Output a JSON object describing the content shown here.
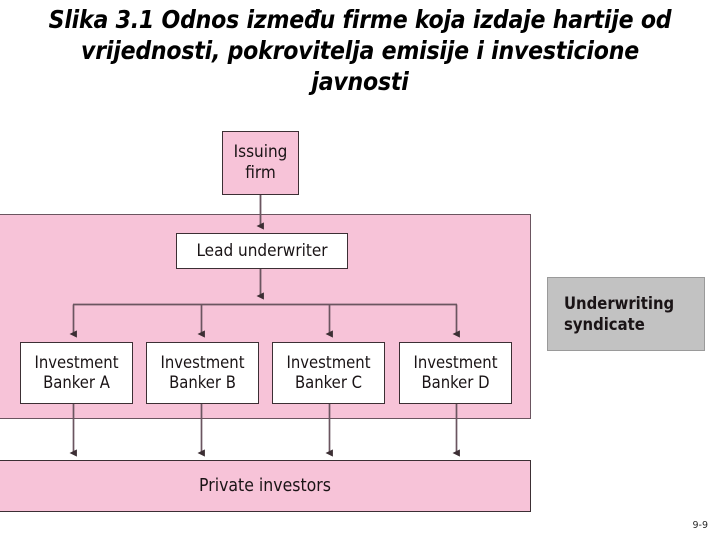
{
  "slide": {
    "title": "Slika 3.1 Odnos između firme koja izdaje hartije od\nvrijednosti, pokrovitelja emisije i investicione\njavnosti",
    "page_number": "9-9"
  },
  "colors": {
    "pink_fill": "#f7c3d8",
    "white_fill": "#ffffff",
    "gray_fill": "#c2c2c2",
    "border_dark": "#3c2f34",
    "panel_border": "#6b5560",
    "arrow": "#5a4a50",
    "text": "#1a1416"
  },
  "diagram": {
    "type": "flowchart",
    "nodes": [
      {
        "id": "issuing-firm",
        "label": "Issuing\nfirm",
        "fill": "pink",
        "shape": "rect"
      },
      {
        "id": "lead-underwriter",
        "label": "Lead underwriter",
        "fill": "white",
        "shape": "rect"
      },
      {
        "id": "banker-a",
        "label": "Investment\nBanker A",
        "fill": "white",
        "shape": "rect"
      },
      {
        "id": "banker-b",
        "label": "Investment\nBanker B",
        "fill": "white",
        "shape": "rect"
      },
      {
        "id": "banker-c",
        "label": "Investment\nBanker C",
        "fill": "white",
        "shape": "rect"
      },
      {
        "id": "banker-d",
        "label": "Investment\nBanker D",
        "fill": "white",
        "shape": "rect"
      },
      {
        "id": "private-investors",
        "label": "Private investors",
        "fill": "pink",
        "shape": "rect"
      },
      {
        "id": "underwriting-syndicate",
        "label": "Underwriting\nsyndicate",
        "fill": "gray",
        "shape": "rect"
      }
    ],
    "panel_label": "Underwriting syndicate",
    "edges": [
      {
        "from": "issuing-firm",
        "to": "lead-underwriter",
        "arrow": true
      },
      {
        "from": "lead-underwriter",
        "to": "banker-bus",
        "arrow": true
      },
      {
        "from": "banker-bus",
        "to": "banker-a",
        "arrow": true
      },
      {
        "from": "banker-bus",
        "to": "banker-b",
        "arrow": true
      },
      {
        "from": "banker-bus",
        "to": "banker-c",
        "arrow": true
      },
      {
        "from": "banker-bus",
        "to": "banker-d",
        "arrow": true
      },
      {
        "from": "banker-a",
        "to": "private-investors",
        "arrow": true
      },
      {
        "from": "banker-b",
        "to": "private-investors",
        "arrow": true
      },
      {
        "from": "banker-c",
        "to": "private-investors",
        "arrow": true
      },
      {
        "from": "banker-d",
        "to": "private-investors",
        "arrow": true
      }
    ]
  }
}
